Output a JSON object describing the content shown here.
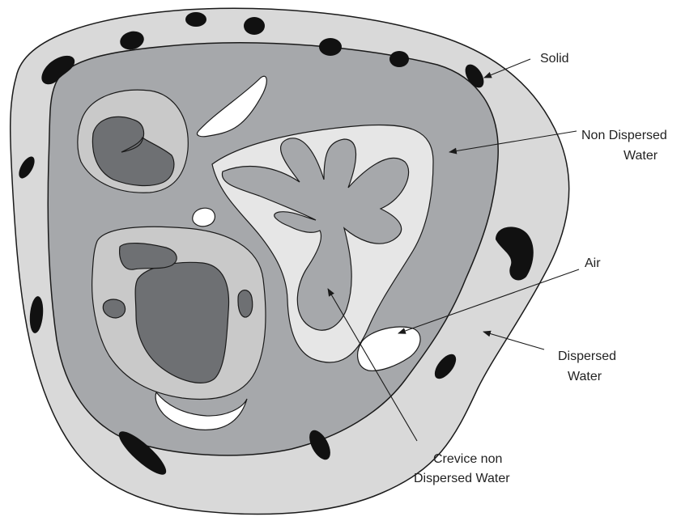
{
  "labels": {
    "solid": "Solid",
    "non_dispersed_line1": "Non Dispersed",
    "non_dispersed_line2": "Water",
    "air": "Air",
    "dispersed_line1": "Dispersed",
    "dispersed_line2": "Water",
    "crevice_line1": "Crevice non",
    "crevice_line2": "Dispersed Water"
  },
  "colors": {
    "outline": "#1a1a1a",
    "dispersed_water": "#d9d9d9",
    "non_dispersed_water": "#a6a8ab",
    "pore_light": "#c9c9c9",
    "pore_dark": "#6e7073",
    "solid": "#111111",
    "air": "#ffffff"
  }
}
